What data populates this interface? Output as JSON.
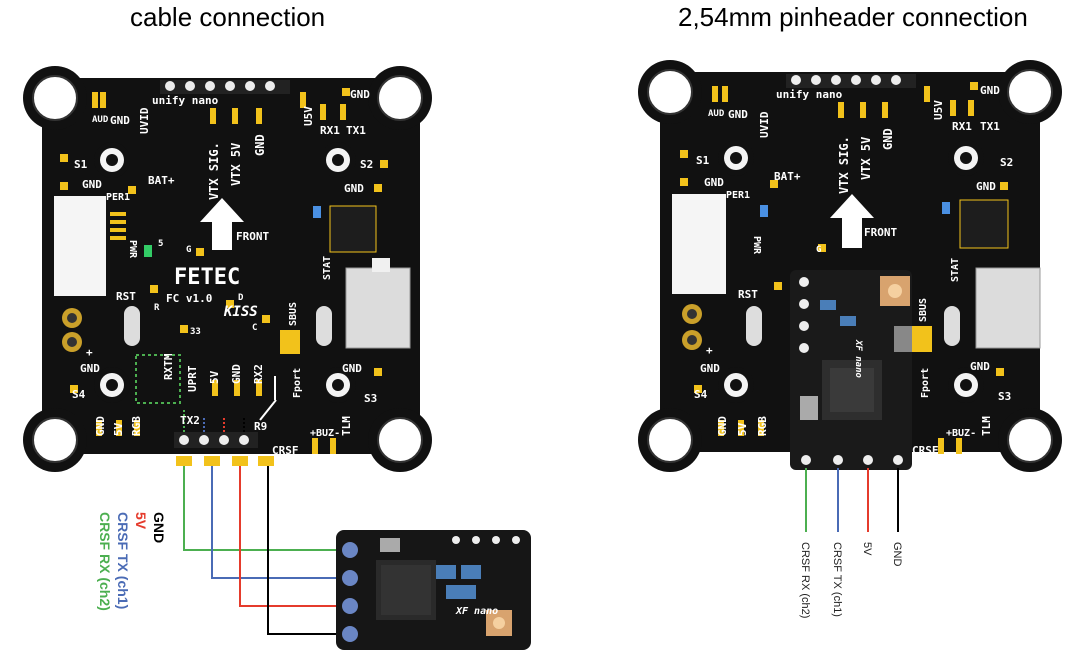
{
  "titles": {
    "left": "cable connection",
    "right": "2,54mm pinheader connection"
  },
  "board": {
    "header_label": "unify nano",
    "front_label": "FRONT",
    "brand": "FETEC",
    "model": "FC v1.0",
    "kiss": "KISS",
    "pads": {
      "aud": "AUD",
      "gnd": "GND",
      "uvid": "UVID",
      "vtx_sig": "VTX SIG.",
      "vtx_5v": "VTX 5V",
      "u5v": "U5V",
      "rx1": "RX1",
      "tx1": "TX1",
      "s1": "S1",
      "s2": "S2",
      "s3": "S3",
      "s4": "S4",
      "bat": "BAT+",
      "per1": "PER1",
      "pwr": "PWR",
      "stat": "STAT",
      "rst": "RST",
      "r": "R",
      "b33": "33",
      "c": "C",
      "d": "D",
      "g": "G",
      "five": "5",
      "sbus": "SBUS",
      "fport": "Fport",
      "rxtm": "RXTM",
      "uprt": "UPRT",
      "v5": "5V",
      "rx2": "RX2",
      "tx2": "TX2",
      "r9": "R9",
      "crsf": "CRSF",
      "buz": "+BUZ-",
      "tlm": "TLM",
      "rgb": "RGB",
      "plus": "+"
    }
  },
  "receiver": {
    "brand": "XF nano"
  },
  "wires_left": [
    {
      "label": "GND",
      "color": "#000000"
    },
    {
      "label": "5V",
      "color": "#e53b2c"
    },
    {
      "label": "CRSF TX (ch1)",
      "color": "#4a6bb5"
    },
    {
      "label": "CRSF RX (ch2)",
      "color": "#4caf50"
    }
  ],
  "wires_right": [
    {
      "label": "CRSF RX (ch2)",
      "color": "#4caf50"
    },
    {
      "label": "CRSF TX (ch1)",
      "color": "#4a6bb5"
    },
    {
      "label": "5V",
      "color": "#e53b2c"
    },
    {
      "label": "GND",
      "color": "#000000"
    }
  ]
}
